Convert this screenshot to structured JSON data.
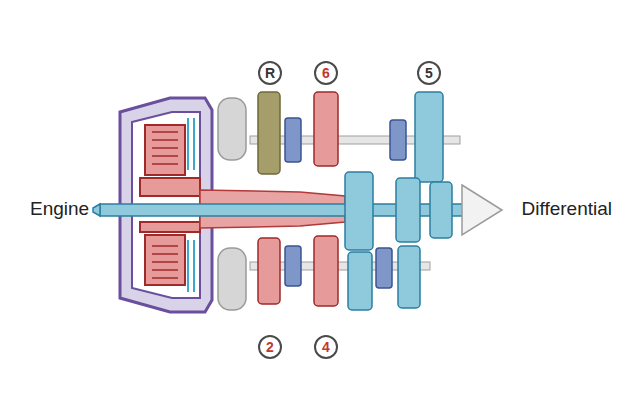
{
  "diagram": {
    "nodes": [
      {
        "text": [
          "R"
        ]
      },
      {
        "text": [
          "6"
        ]
      },
      {
        "text": [
          "5"
        ]
      },
      {
        "text": [
          "2"
        ]
      },
      {
        "text": [
          "4"
        ]
      }
    ],
    "labels": [
      "Engine",
      "Differential"
    ]
  }
}
